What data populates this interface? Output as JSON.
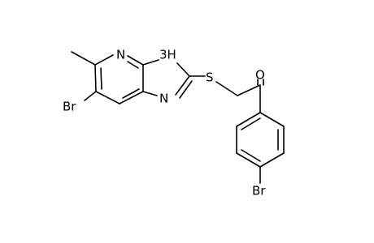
{
  "molecule": {
    "atoms": {
      "br_ring": "Br",
      "n_pyridine": "N",
      "nh_imidazole": "3H",
      "n_imidazole": "N",
      "sulfur": "S",
      "oxygen": "O",
      "br_phenyl": "Br"
    }
  }
}
